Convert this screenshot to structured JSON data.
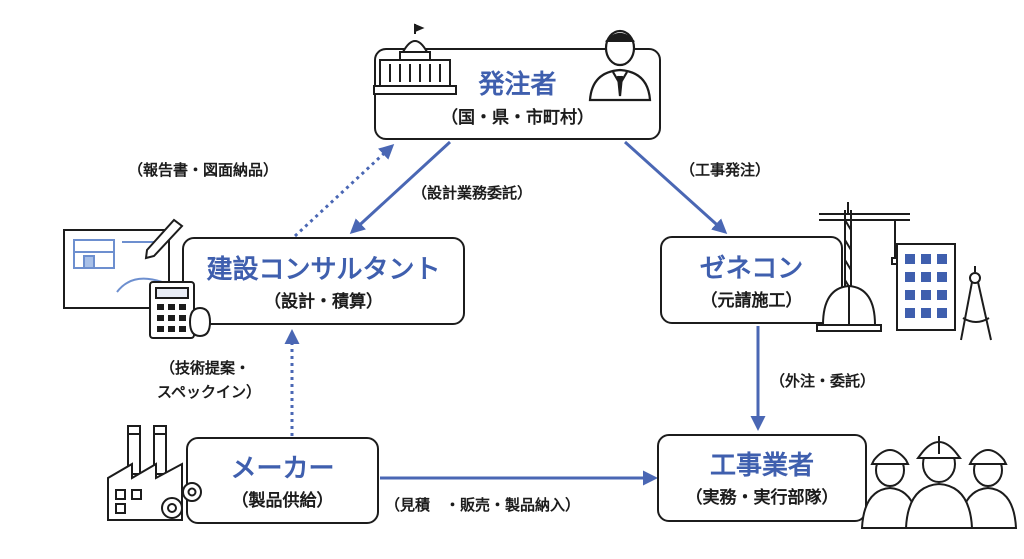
{
  "nodes": {
    "client": {
      "title": "発注者",
      "sub": "（国・県・市町村）"
    },
    "consultant": {
      "title": "建設コンサルタント",
      "sub": "（設計・積算）"
    },
    "general_contractor": {
      "title": "ゼネコン",
      "sub": "（元請施工）"
    },
    "manufacturer": {
      "title": "メーカー",
      "sub": "（製品供給）"
    },
    "contractor": {
      "title": "工事業者",
      "sub": "（実務・実行部隊）"
    }
  },
  "edges": {
    "report_delivery": "（報告書・図面納品）",
    "design_commission": "（設計業務委託）",
    "construction_order": "（工事発注）",
    "tech_proposal_line1": "（技術提案・",
    "tech_proposal_line2": "スペックイン）",
    "outsourcing": "（外注・委託）",
    "sales_delivery": "（見積　・販売・製品納入）"
  },
  "icons": {
    "client_left": "government-building-icon",
    "client_right": "businessman-icon",
    "consultant_left": "blueprint-calculator-icon",
    "general_contractor_right": "crane-building-helmet-icon",
    "manufacturer_left": "factory-gears-icon",
    "contractor_right": "workers-helmets-icon"
  },
  "colors": {
    "accent": "#3f5fae",
    "arrow": "#4a67b4",
    "outline": "#1c1c1c"
  }
}
